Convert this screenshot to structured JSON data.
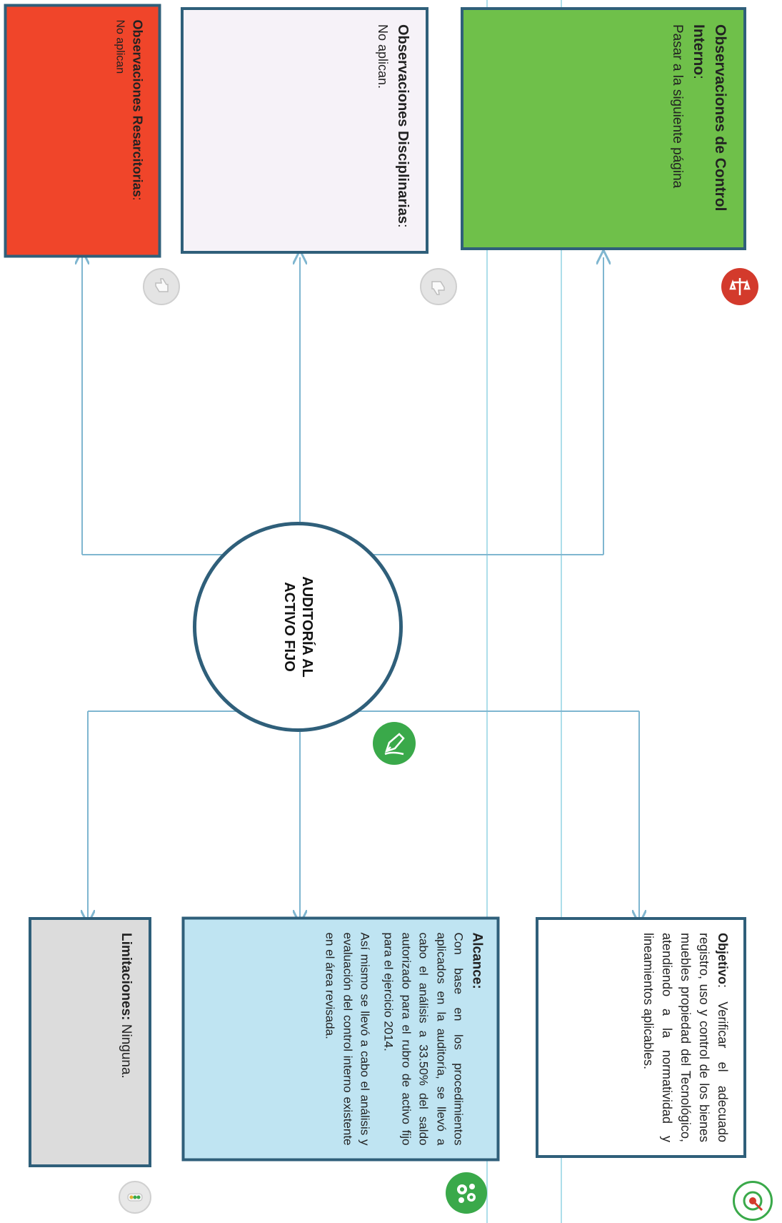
{
  "center": {
    "line1": "AUDITORÍA AL",
    "line2": "ACTIVO FIJO"
  },
  "control_interno": {
    "title": "Observaciones de Control Interno",
    "title_suffix": ":",
    "text": "Pasar a la siguiente página"
  },
  "disciplinarias": {
    "title": "Observaciones Disciplinarias",
    "title_suffix": ":",
    "text": "No aplican."
  },
  "resarcitorias": {
    "title": "Observaciones Resarcitorias",
    "title_suffix": ":",
    "text": "No aplican"
  },
  "objetivo": {
    "title": "Objetivo",
    "text": ": Verificar el adecuado registro, uso y control de los bienes muebles propiedad del Tecnológico, atendiendo a la normatividad y lineamientos aplicables."
  },
  "alcance": {
    "title": "Alcance:",
    "p1": "Con base en los procedimientos aplicados en la auditoría, se llevó a cabo el análisis a 33.50% del saldo autorizado para el rubro de activo fijo para el ejercicio 2014.",
    "p2": "Así mismo se llevó a cabo el análisis y evaluación del control interno existente en el área revisada."
  },
  "limitaciones": {
    "title": "Limitaciones:",
    "text": " Ninguna."
  },
  "colors": {
    "border": "#2f5f7a",
    "connector": "#7fb6d0",
    "green_box": "#6fc04a",
    "red_box": "#f0452a",
    "lavender_box": "#f6f2f8",
    "blue_box": "#bfe4f2",
    "gray_box": "#dcdcdc"
  },
  "icons": [
    "scale-icon",
    "thumbs-down-icon",
    "thumbs-up-icon",
    "pen-icon",
    "target-icon",
    "gears-icon",
    "traffic-light-icon"
  ]
}
